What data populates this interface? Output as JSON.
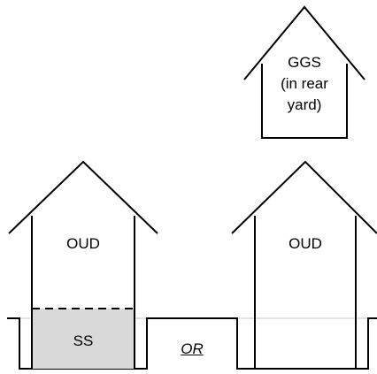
{
  "diagram": {
    "labels": {
      "ggs_line1": "GGS",
      "ggs_line2": "(in rear",
      "ggs_line3": "yard)",
      "oud_left": "OUD",
      "ss": "SS",
      "or": "OR",
      "oud_right": "OUD"
    },
    "colors": {
      "stroke": "#000000",
      "basement_fill": "#d9d9d9",
      "ground_line": "#c8c8c8"
    }
  }
}
